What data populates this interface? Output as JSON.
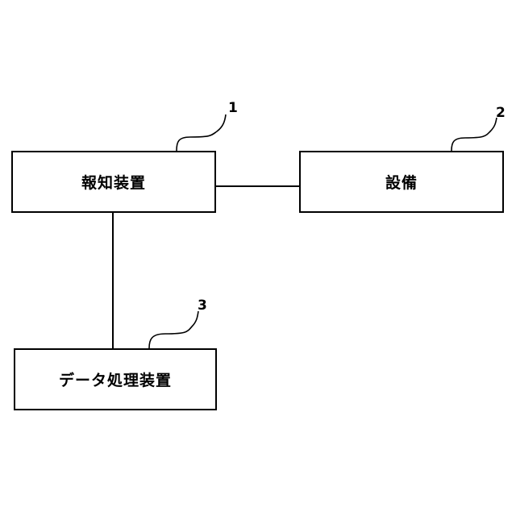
{
  "nodes": [
    {
      "id": "notify",
      "label": "報知装置",
      "ref": "1"
    },
    {
      "id": "equip",
      "label": "設備",
      "ref": "2"
    },
    {
      "id": "data",
      "label": "データ処理装置",
      "ref": "3"
    }
  ],
  "edges": [
    {
      "from": "notify",
      "to": "equip"
    },
    {
      "from": "notify",
      "to": "data"
    }
  ]
}
